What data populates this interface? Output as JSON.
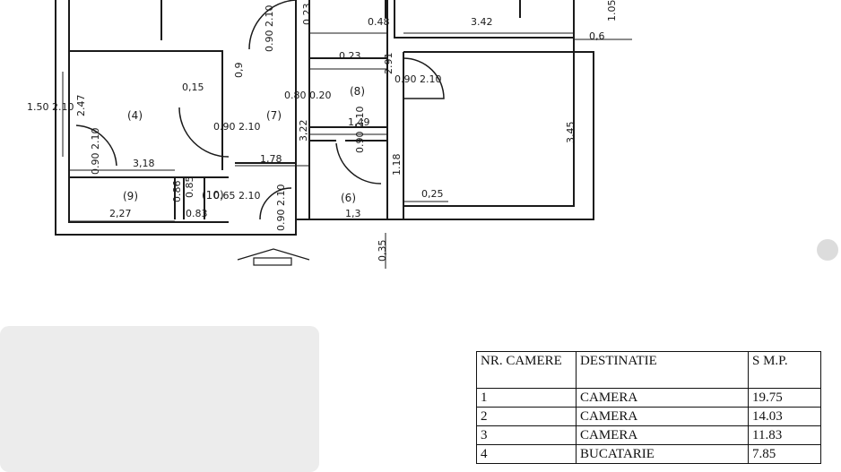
{
  "plan": {
    "room_numbers": [
      "(4)",
      "(7)",
      "(8)",
      "(9)",
      "(6)",
      "(10)"
    ],
    "dimensions": [
      "0.23",
      "0.48",
      "3.42",
      "1.05",
      "0,6",
      "0.90 2.10",
      "0.23",
      "2.91",
      "0.90 2.10",
      "0,9",
      "0,15",
      "0.80 0.20",
      "0.90 2.10",
      "1,49",
      "3,45",
      "3,22",
      "0.90 2.10",
      "1.50 2.10",
      "2.47",
      "0.90 2.10",
      "3,18",
      "1,78",
      "1.18",
      "0,25",
      "0.86",
      "0.85",
      "0.83",
      "0.65 2.10",
      "2,27",
      "1,3",
      "0.90 2.10",
      "0,35"
    ]
  },
  "table": {
    "headers": [
      "NR. CAMERE",
      "DESTINATIE",
      "S M.P."
    ],
    "rows": [
      [
        "1",
        "CAMERA",
        "19.75"
      ],
      [
        "2",
        "CAMERA",
        "14.03"
      ],
      [
        "3",
        "CAMERA",
        "11.83"
      ],
      [
        "4",
        "BUCATARIE",
        "7.85"
      ]
    ]
  }
}
